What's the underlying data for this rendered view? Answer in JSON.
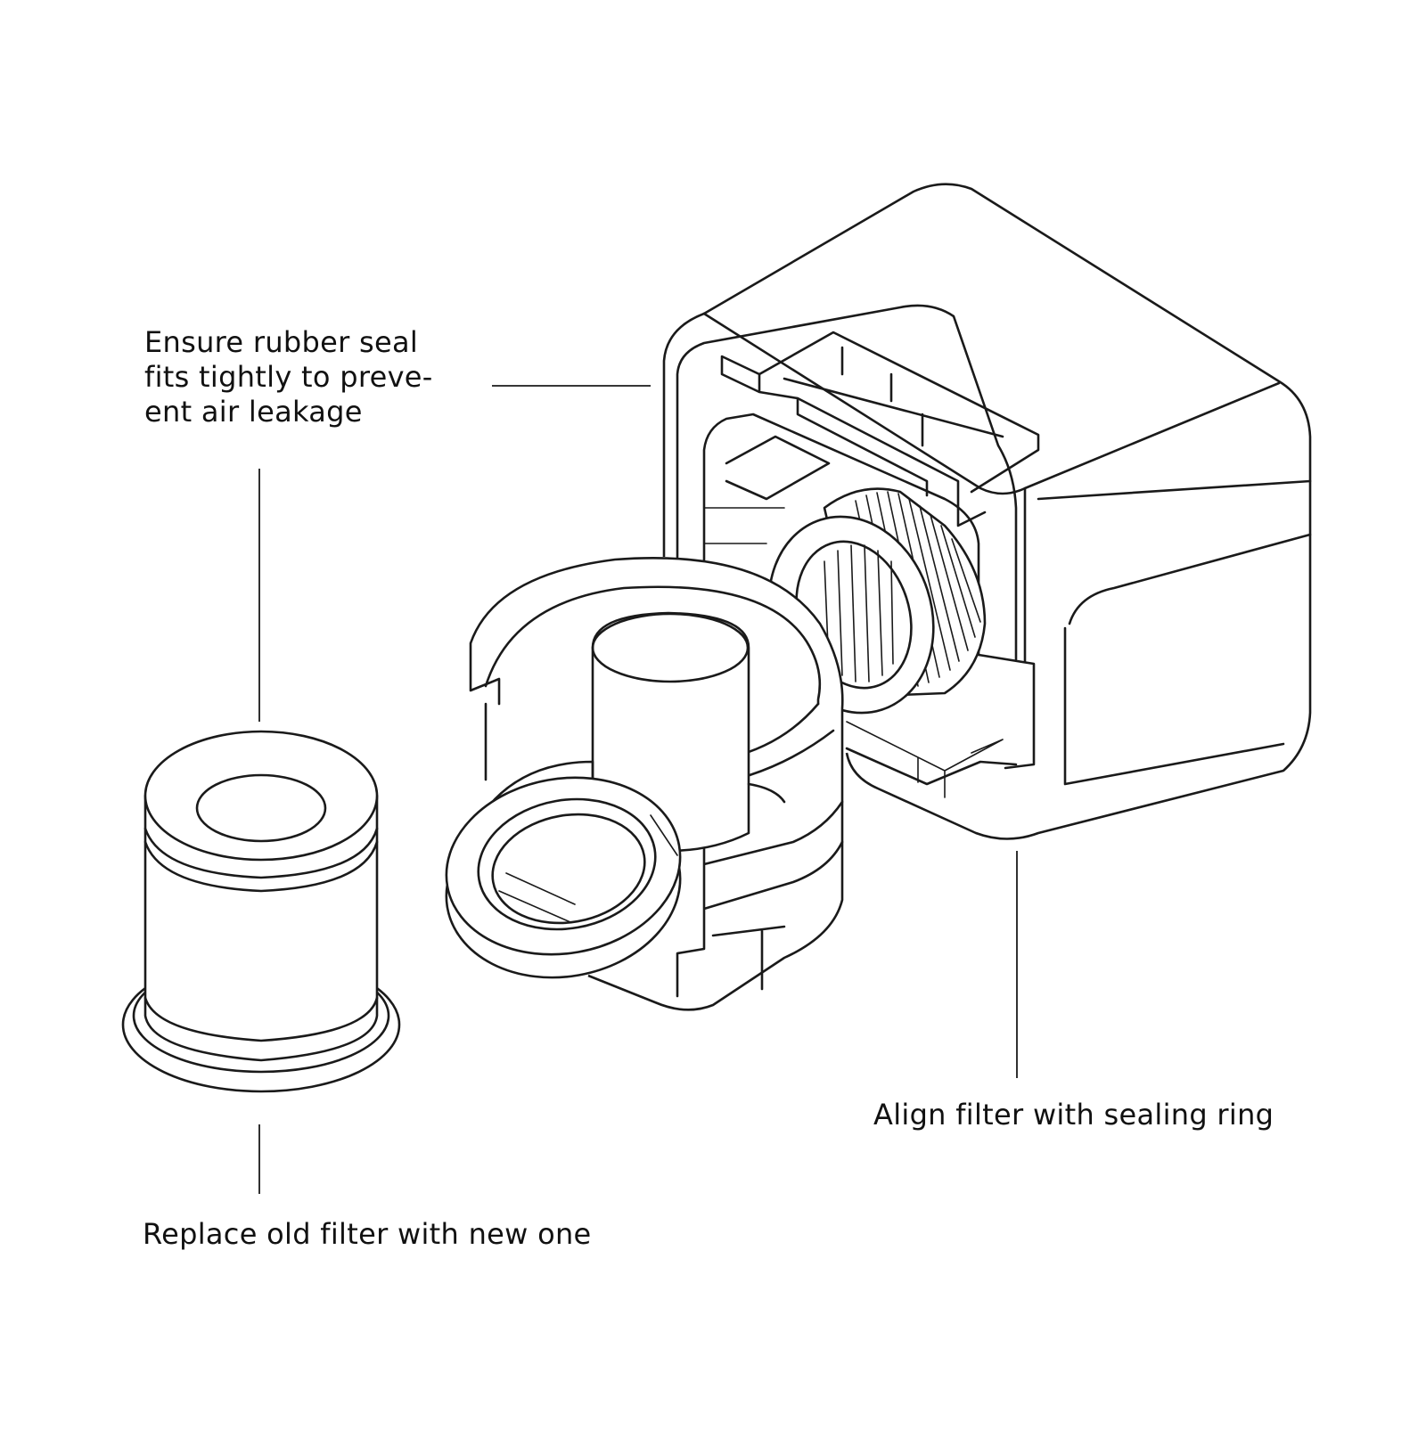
{
  "callouts": {
    "seal": {
      "lines": [
        "Ensure rubber seal",
        "fits tightly to preve-",
        "ent air leakage"
      ]
    },
    "align": {
      "text": "Align filter with sealing ring"
    },
    "replace": {
      "text": "Replace old filter with new one"
    }
  },
  "colors": {
    "line": "#1a1a1a",
    "background": "#ffffff"
  }
}
